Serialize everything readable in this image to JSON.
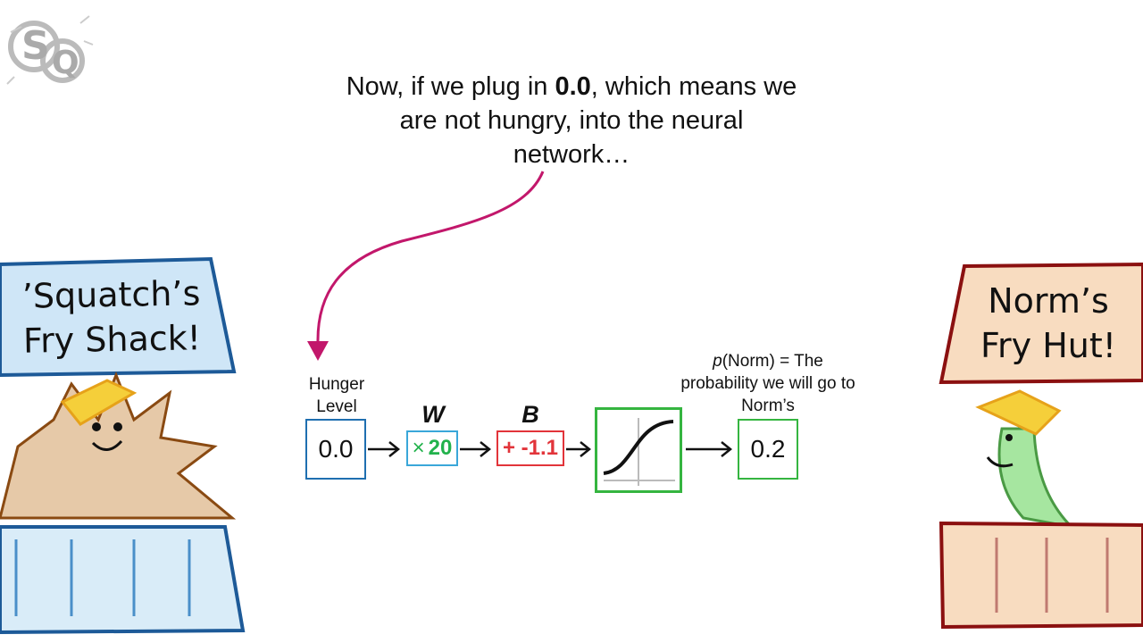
{
  "caption": {
    "before": "Now, if we plug in ",
    "bold": "0.0",
    "after": ", which means we are not hungry, into the neural network…"
  },
  "network": {
    "input_label": "Hunger Level",
    "input_value": "0.0",
    "weight_letter": "W",
    "weight_op": "×",
    "weight_value": "20",
    "bias_letter": "B",
    "bias_value": "+ -1.1",
    "output_label_italic": "p",
    "output_label_rest": "(Norm) = The probability we will go to Norm’s",
    "output_value": "0.2"
  },
  "left_stand": {
    "line1": "’Squatch’s",
    "line2": "Fry Shack!"
  },
  "right_stand": {
    "line1": "Norm’s",
    "line2": "Fry Hut!"
  },
  "colors": {
    "arrow": "#c2176b",
    "input_border": "#1f6fb0",
    "weight_border": "#3aa7d9",
    "weight_text": "#22b24c",
    "bias": "#e2343a",
    "sigmoid_border": "#35b540",
    "left_sign_bg": "#cfe6f7",
    "left_sign_border": "#1d5a98",
    "right_sign_bg": "#f8dcc0",
    "right_sign_border": "#8b1010",
    "squatch_fur": "#e6c9a8",
    "squatch_outline": "#8a4a12",
    "hat": "#f5cf3a",
    "norm_green": "#a6e6a0"
  },
  "icons": [
    "sq-logo",
    "sigmoid-icon",
    "squatch-character",
    "norm-character"
  ]
}
